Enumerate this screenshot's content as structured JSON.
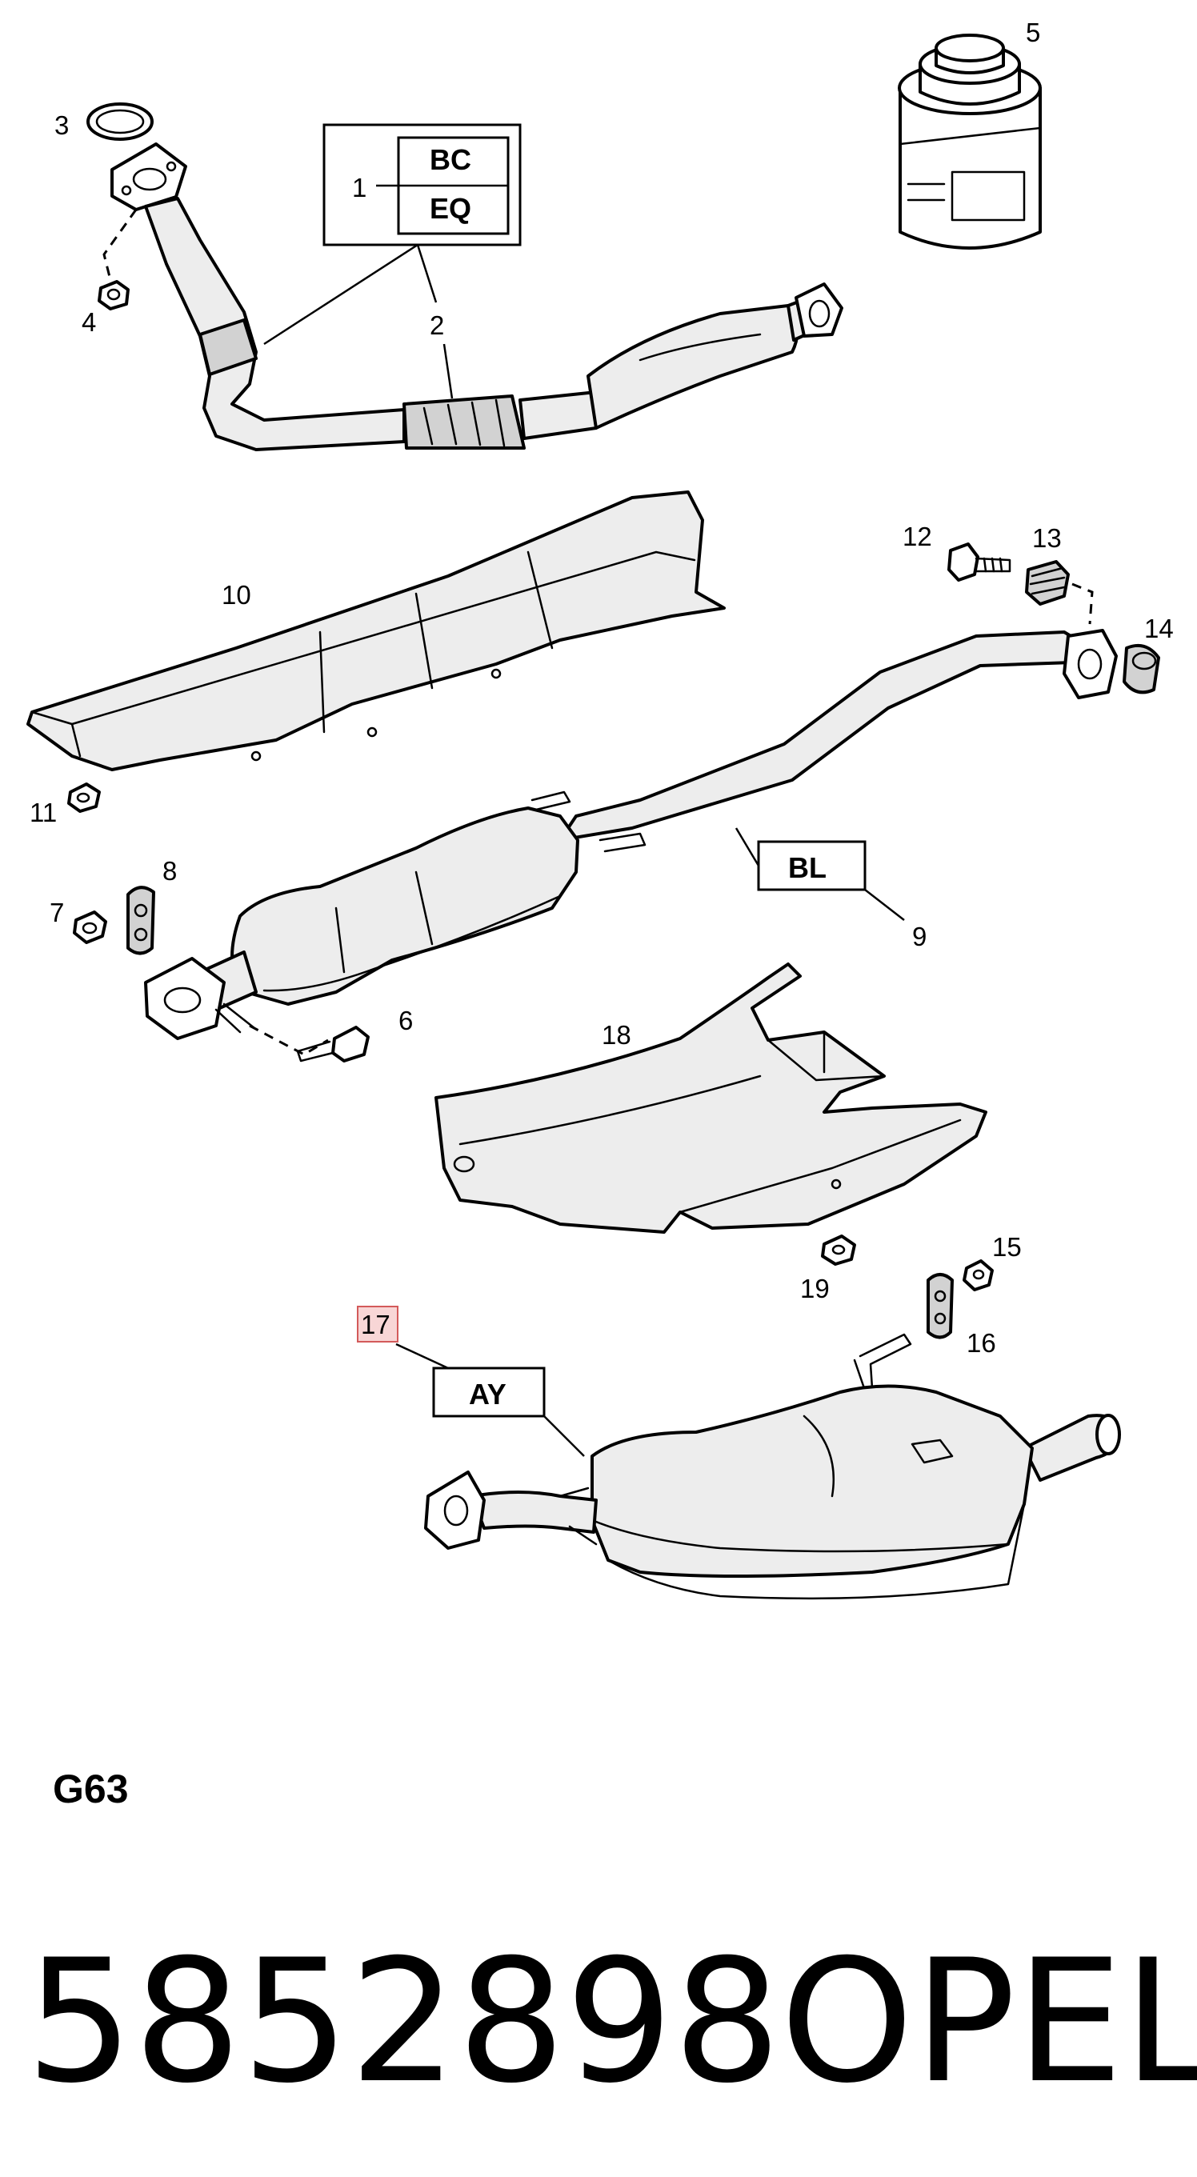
{
  "callouts": {
    "c1": "1",
    "c2": "2",
    "c3": "3",
    "c4": "4",
    "c5": "5",
    "c6": "6",
    "c7": "7",
    "c8": "8",
    "c9": "9",
    "c10": "10",
    "c11": "11",
    "c12": "12",
    "c13": "13",
    "c14": "14",
    "c15": "15",
    "c16": "16",
    "c17": "17",
    "c18": "18",
    "c19": "19"
  },
  "codes": {
    "bc": "BC",
    "eq": "EQ",
    "bl": "BL",
    "ay": "AY"
  },
  "diagram_code": "G63",
  "part_number": "5852898",
  "brand": "OPEL",
  "colors": {
    "highlight_fill": "#f8d6d6",
    "highlight_stroke": "#d35a5a"
  }
}
